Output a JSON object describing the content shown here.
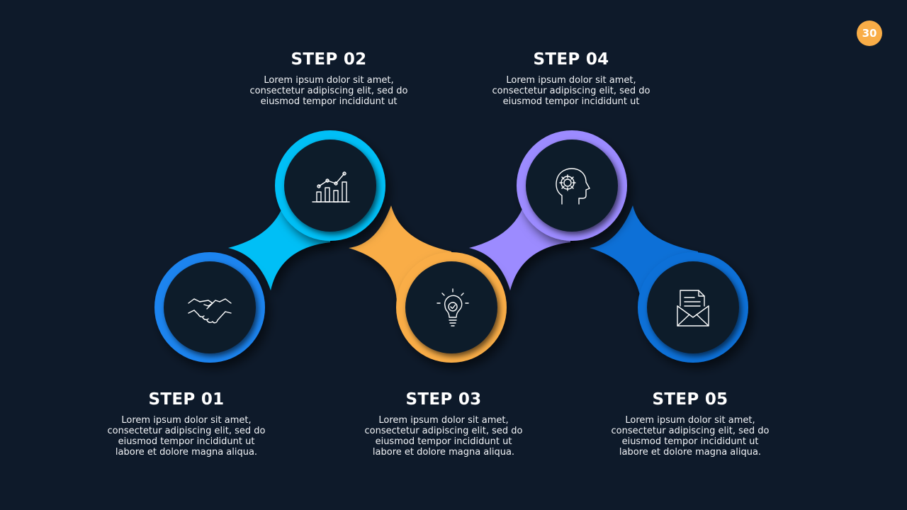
{
  "page_number": "30",
  "colors": {
    "background": "#0e1a2a",
    "inner_disc": "#0f1b2b",
    "step1": "#1d84ef",
    "step2": "#03bff6",
    "step3": "#f9ad47",
    "step4": "#9c8bff",
    "step5": "#0870d7",
    "badge": "#f9ad47"
  },
  "steps": [
    {
      "title": "STEP 01",
      "description": "Lorem ipsum dolor sit amet,\nconsectetur adipiscing elit, sed do\neiusmod tempor incididunt ut\nlabore et dolore magna aliqua.",
      "icon": "handshake-icon"
    },
    {
      "title": "STEP 02",
      "description": "Lorem ipsum dolor sit amet,\nconsectetur adipiscing elit, sed do\neiusmod tempor incididunt ut",
      "icon": "chart-growth-icon"
    },
    {
      "title": "STEP 03",
      "description": "Lorem ipsum dolor sit amet,\nconsectetur adipiscing elit, sed do\neiusmod tempor incididunt ut\nlabore et dolore magna aliqua.",
      "icon": "lightbulb-icon"
    },
    {
      "title": "STEP 04",
      "description": "Lorem ipsum dolor sit amet,\nconsectetur adipiscing elit, sed do\neiusmod tempor incididunt ut",
      "icon": "head-gear-icon"
    },
    {
      "title": "STEP 05",
      "description": "Lorem ipsum dolor sit amet,\nconsectetur adipiscing elit, sed do\neiusmod tempor incididunt ut\nlabore et dolore magna aliqua.",
      "icon": "envelope-document-icon"
    }
  ]
}
